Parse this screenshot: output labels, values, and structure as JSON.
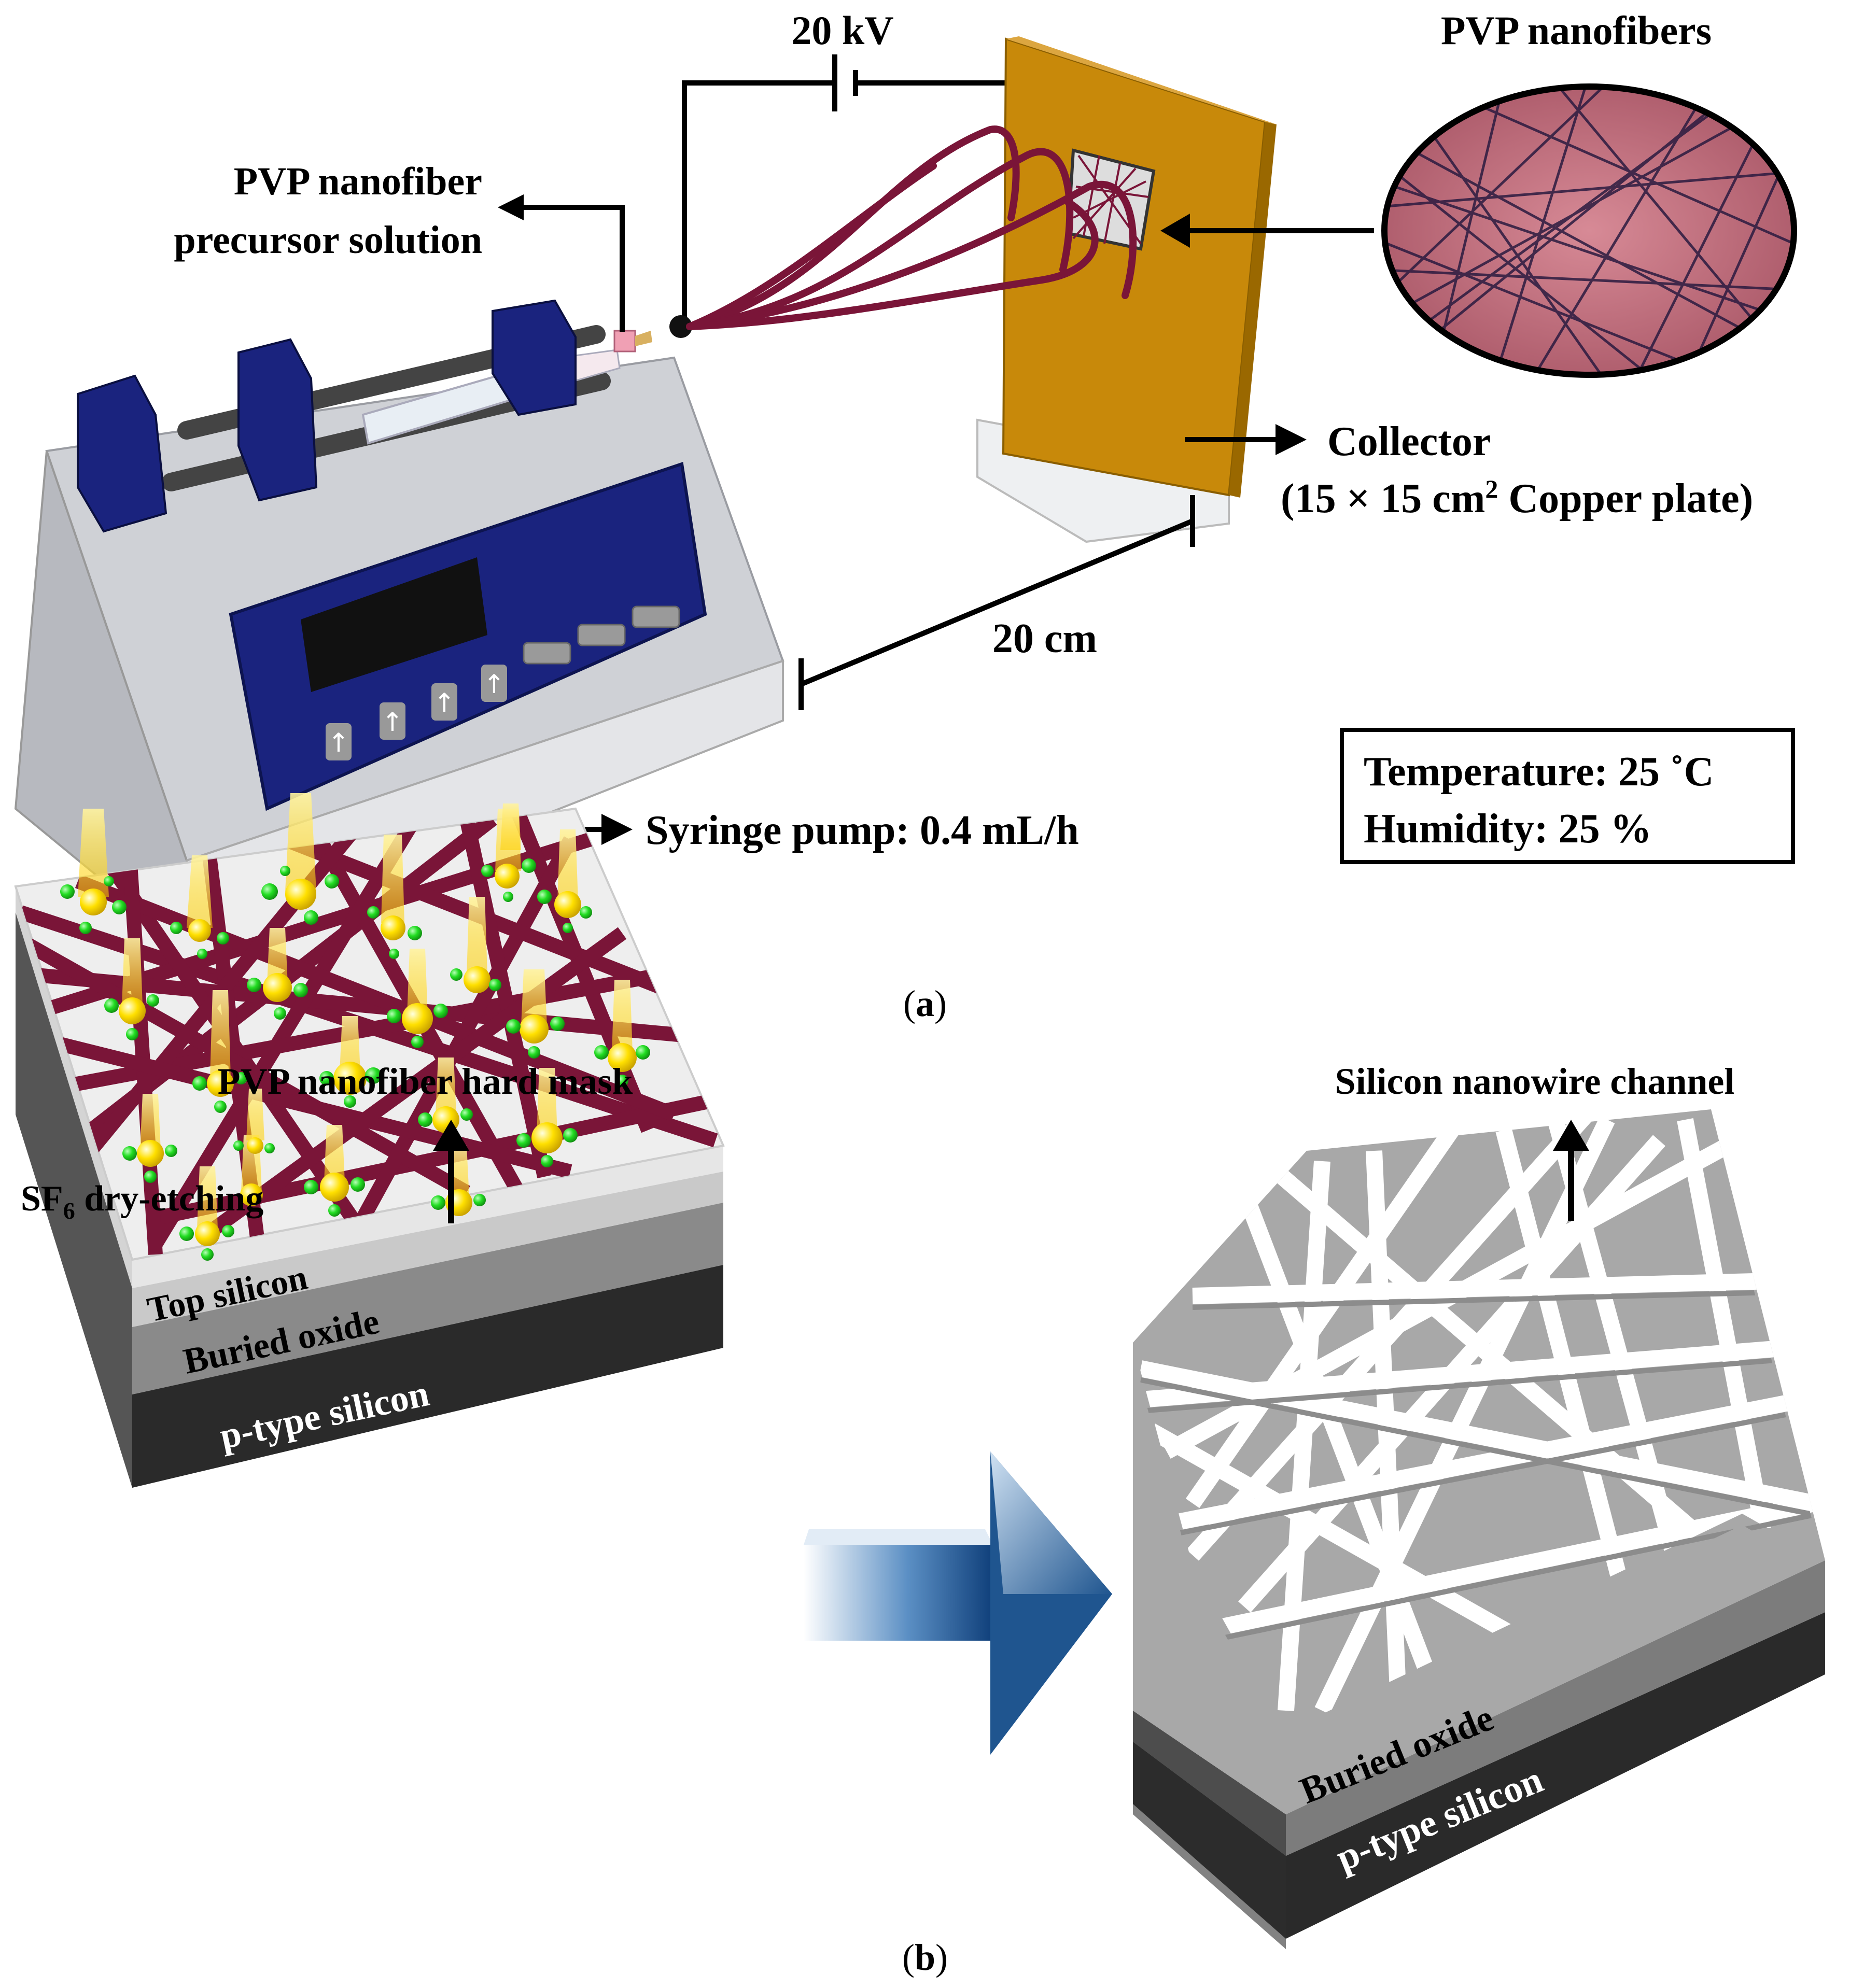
{
  "panel_a": {
    "caption_open": "(",
    "caption_letter": "a",
    "caption_close": ")",
    "voltage": "20 kV",
    "precursor_line1": "PVP nanofiber",
    "precursor_line2": "precursor solution",
    "inset_title": "PVP nanofibers",
    "collector_line1": "Collector",
    "collector_line2_a": "(15 × 15 cm",
    "collector_line2_sup": "2",
    "collector_line2_b": " Copper plate)",
    "distance": "20 cm",
    "pump": "Syringe pump: 0.4 mL/h",
    "conditions": {
      "temperature": "Temperature: 25 ˚C",
      "humidity": "Humidity: 25 %"
    }
  },
  "panel_b": {
    "caption_open": "(",
    "caption_letter": "b",
    "caption_close": ")",
    "mask_label": "PVP nanofiber hard mask",
    "etch_a": "SF",
    "etch_sub": "6",
    "etch_b": " dry-etching",
    "channel_label": "Silicon nanowire channel",
    "left_layers": [
      "Top silicon",
      "Buried oxide",
      "p-type silicon"
    ],
    "right_layers": [
      "Buried oxide",
      "p-type silicon"
    ]
  },
  "colors": {
    "fiber": "#7a1538",
    "copper": "#c8890a",
    "pump_panel": "#1a237e",
    "arrow_blue": "#2f6ca8",
    "yellow": "#ffe000",
    "green": "#22dd22"
  }
}
